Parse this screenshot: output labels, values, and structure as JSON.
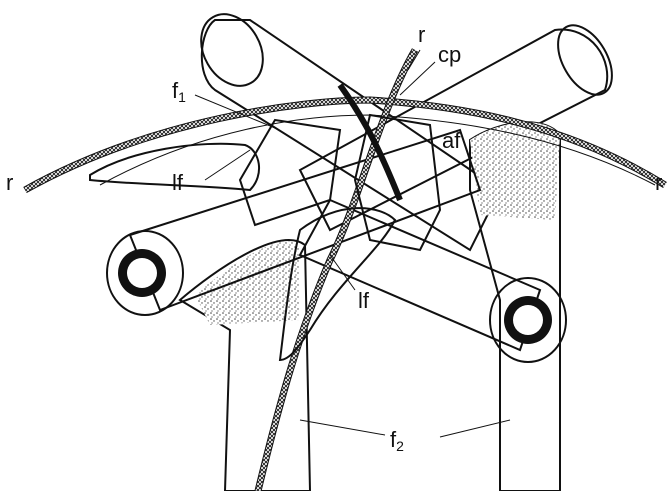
{
  "figure": {
    "labels": {
      "r_top": "r",
      "r_left": "r",
      "r_right": "r",
      "cp": "cp",
      "f1_main": "f",
      "f1_sub": "1",
      "af": "af",
      "lf_upper": "lf",
      "lf_lower": "lf",
      "f2_main": "f",
      "f2_sub": "2"
    },
    "colors": {
      "ink": "#111111",
      "paper": "#ffffff",
      "stipple": "#8a8a8a"
    }
  }
}
